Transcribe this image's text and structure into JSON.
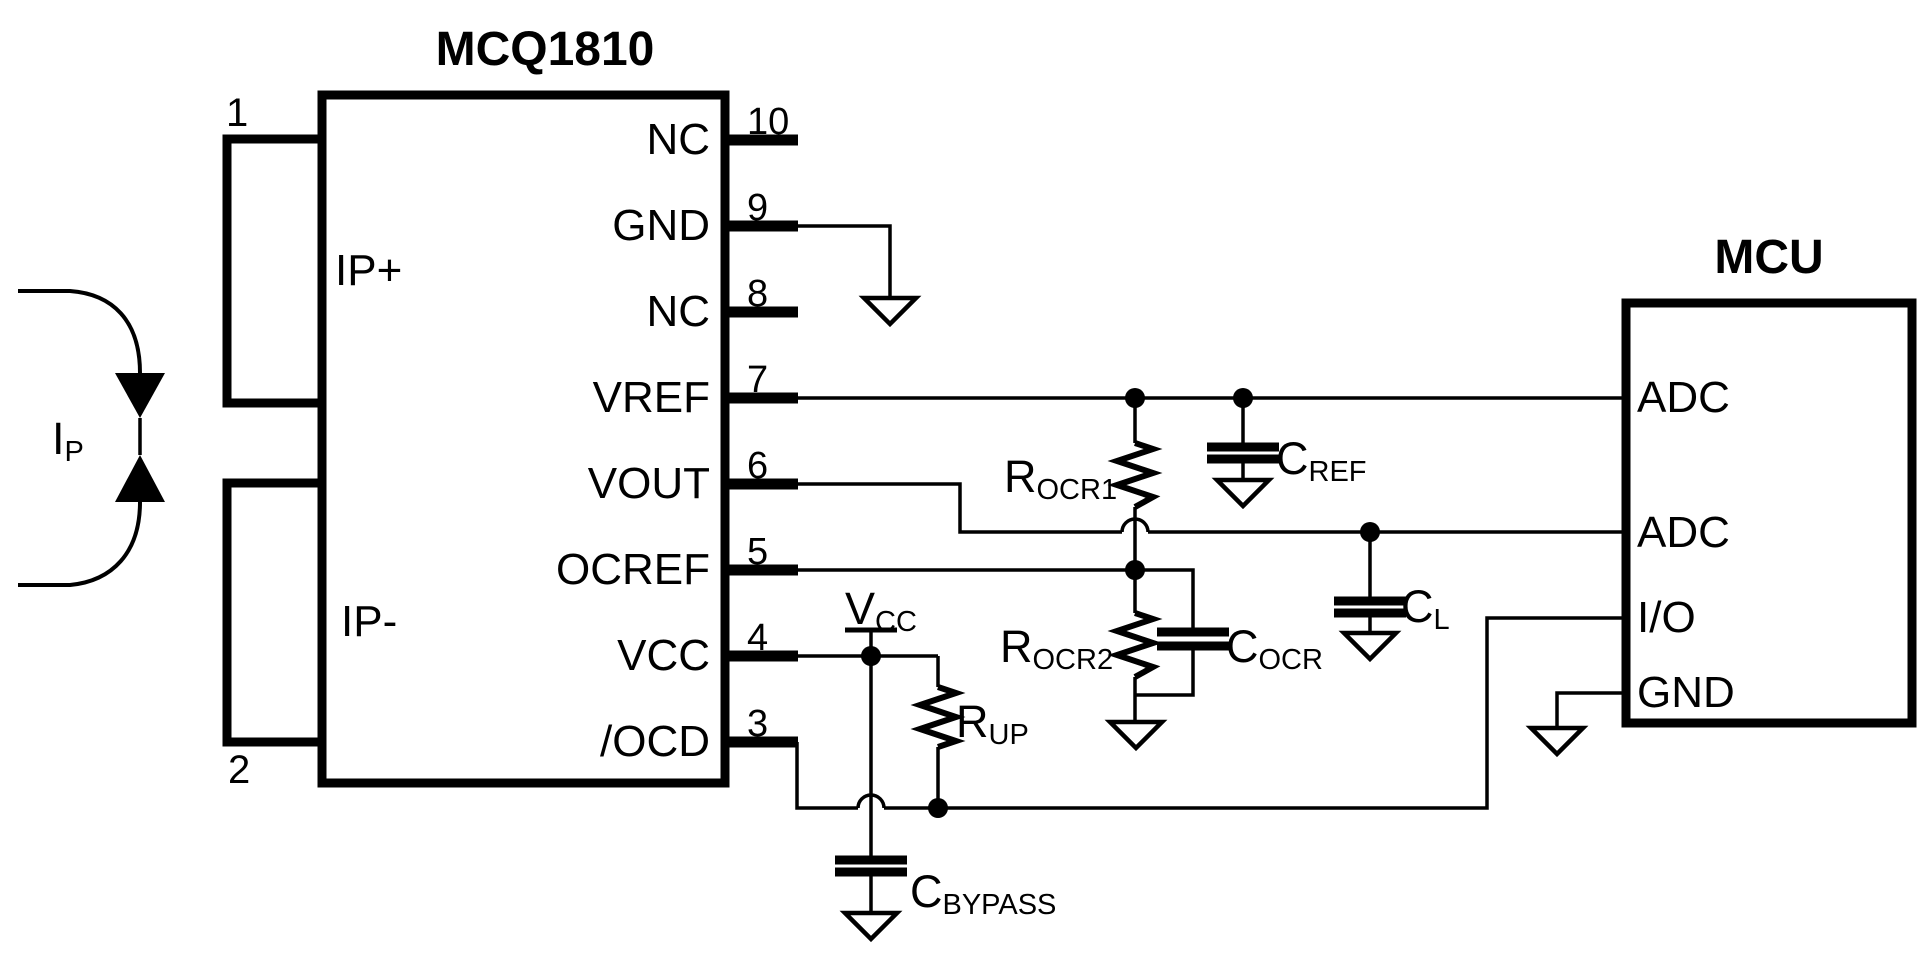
{
  "ic": {
    "title": "MCQ1810",
    "left_pins": [
      {
        "num": "1",
        "label": "IP+"
      },
      {
        "num": "2",
        "label": "IP-"
      }
    ],
    "right_pins": [
      {
        "num": "10",
        "name": "NC"
      },
      {
        "num": "9",
        "name": "GND"
      },
      {
        "num": "8",
        "name": "NC"
      },
      {
        "num": "7",
        "name": "VREF"
      },
      {
        "num": "6",
        "name": "VOUT"
      },
      {
        "num": "5",
        "name": "OCREF"
      },
      {
        "num": "4",
        "name": "VCC"
      },
      {
        "num": "3",
        "name": "/OCD"
      }
    ]
  },
  "mcu": {
    "title": "MCU",
    "pins": [
      {
        "name": "ADC"
      },
      {
        "name": "ADC"
      },
      {
        "name": "I/O"
      },
      {
        "name": "GND"
      }
    ]
  },
  "components": {
    "ip": {
      "main": "I",
      "sub": "P"
    },
    "vcc": {
      "main": "V",
      "sub": "CC"
    },
    "rocr1": {
      "main": "R",
      "sub": "OCR1"
    },
    "rocr2": {
      "main": "R",
      "sub": "OCR2"
    },
    "cocr": {
      "main": "C",
      "sub": "OCR"
    },
    "cref": {
      "main": "C",
      "sub": "REF"
    },
    "cl": {
      "main": "C",
      "sub": "L"
    },
    "rup": {
      "main": "R",
      "sub": "UP"
    },
    "cbypass": {
      "main": "C",
      "sub": "BYPASS"
    }
  },
  "colors": {
    "line": "#000000",
    "background": "#ffffff"
  }
}
